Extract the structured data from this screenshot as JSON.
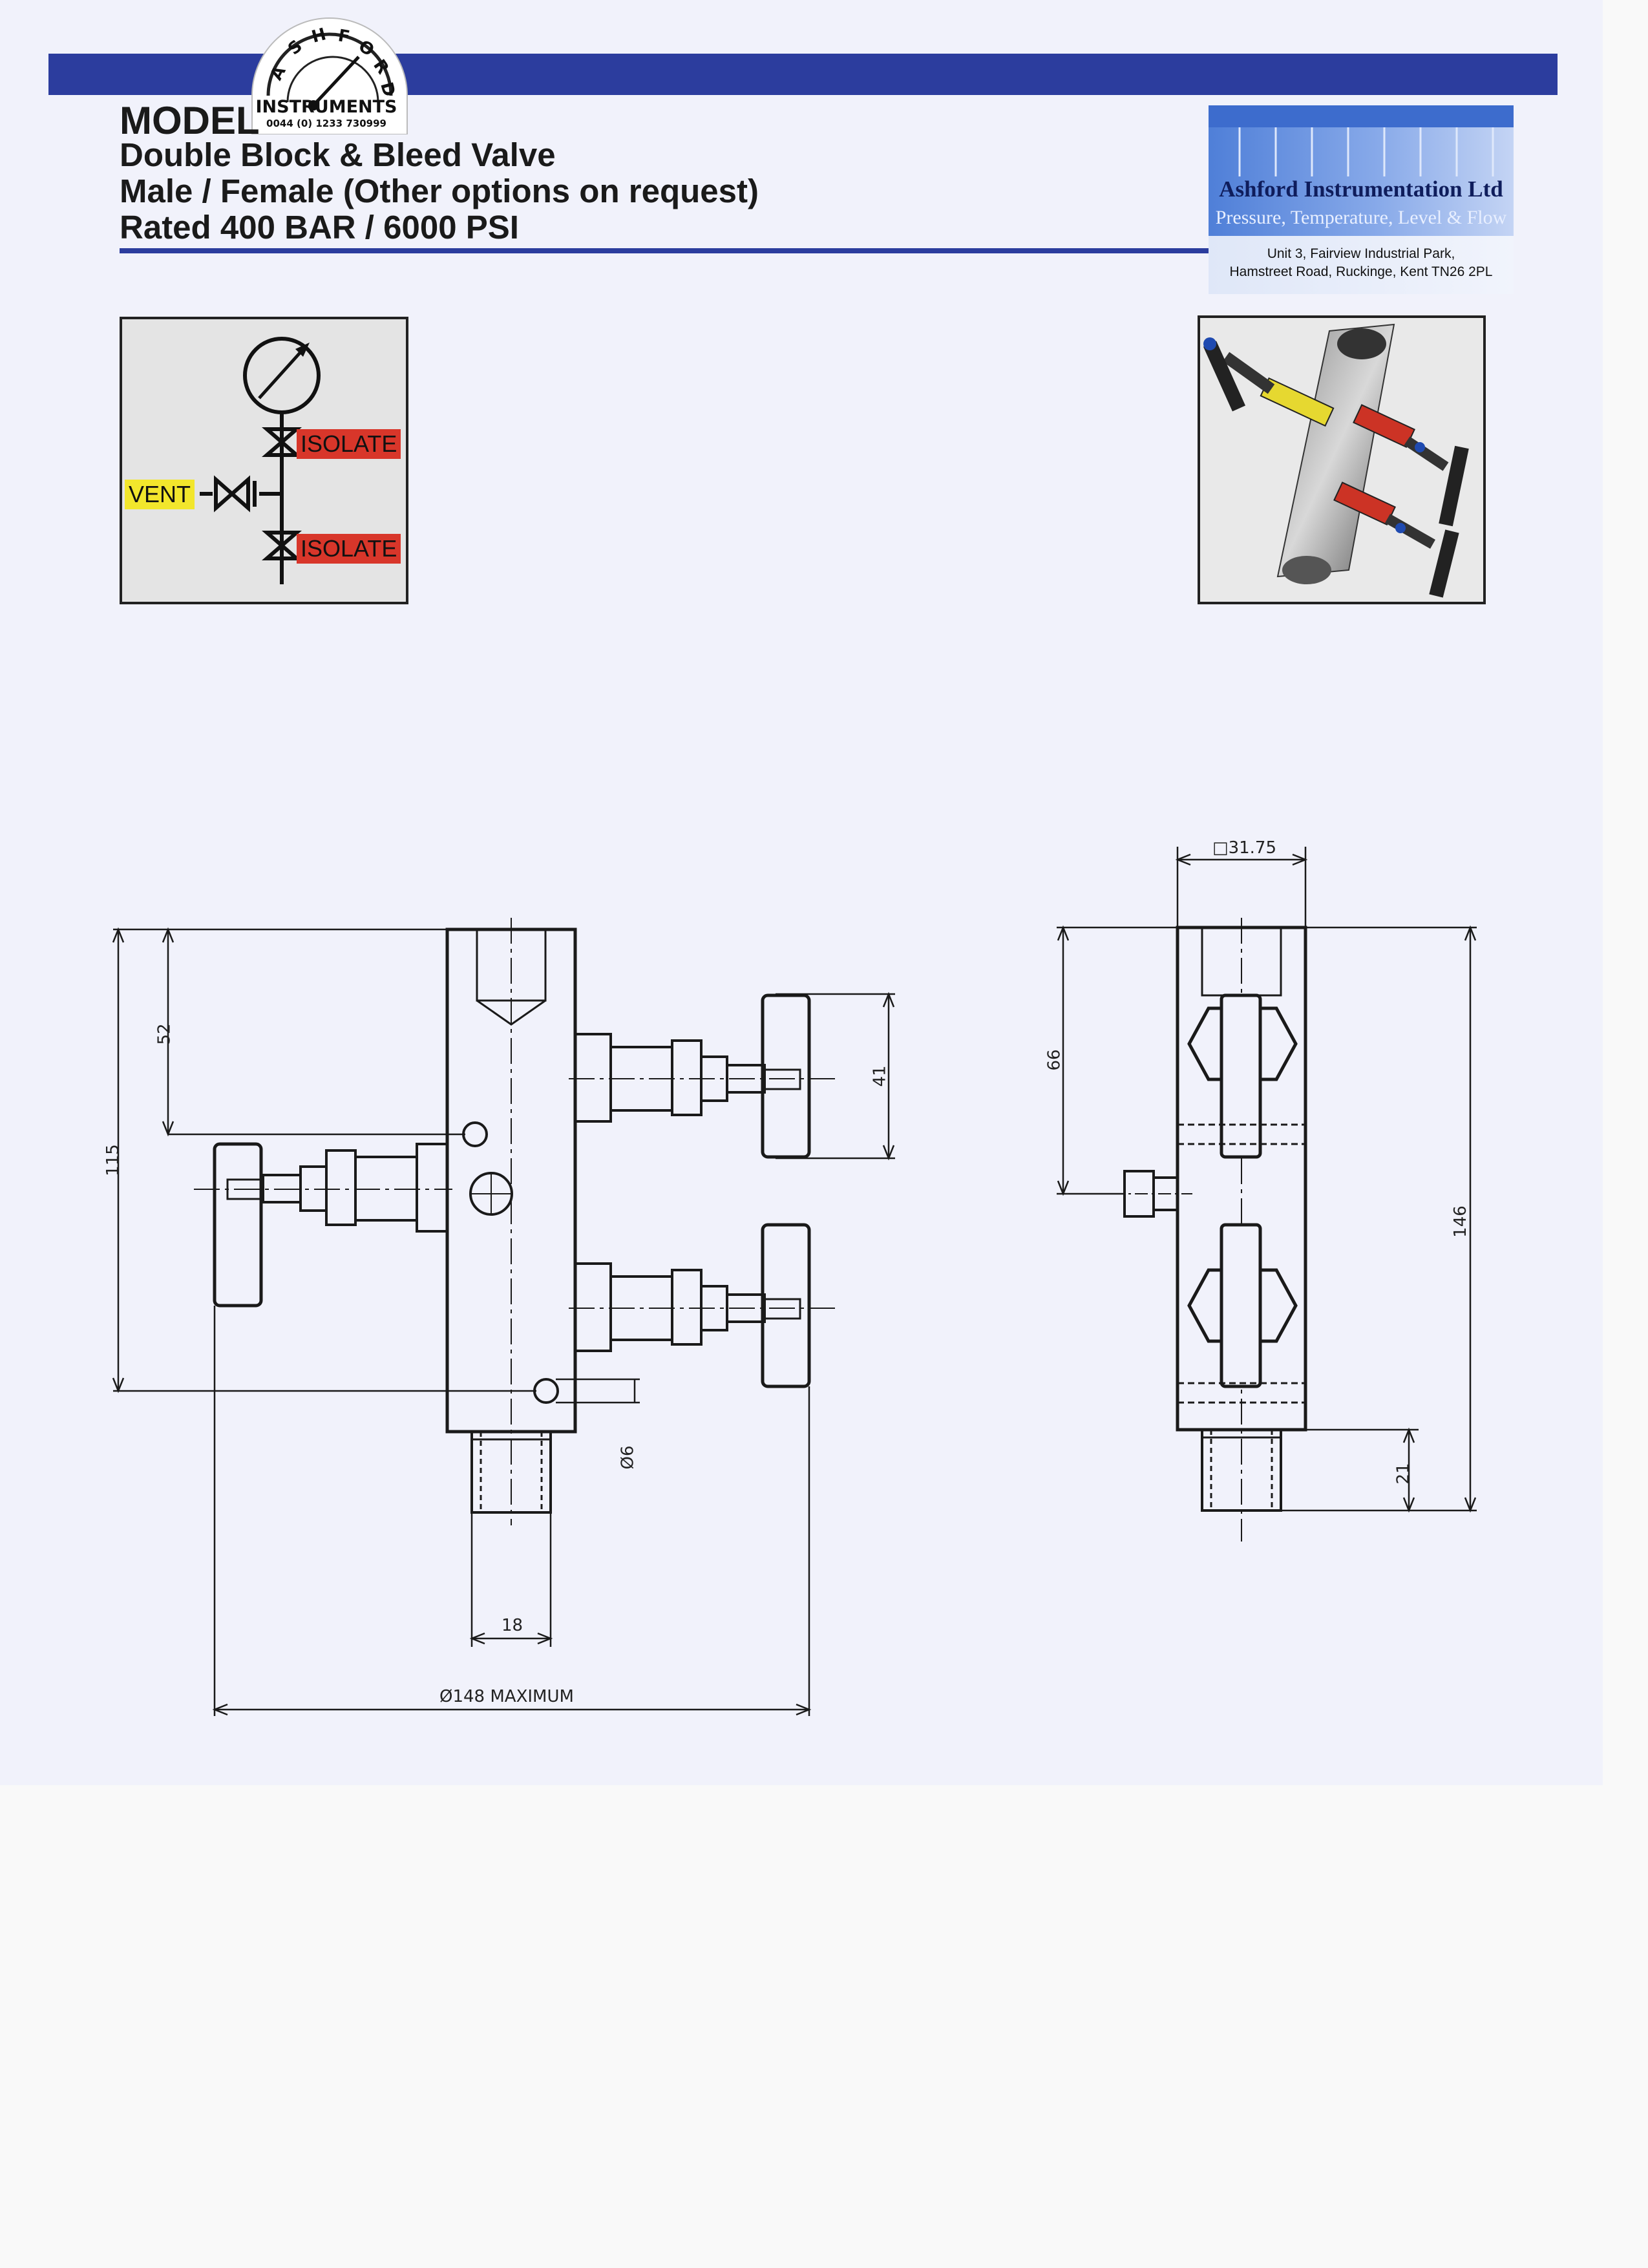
{
  "header": {
    "logo_word": "ASHFORD",
    "logo_instruments": "INSTRUMENTS",
    "logo_phone": "0044 (0) 1233 730999",
    "model_label": "MODEL",
    "title_lines": [
      "Double Block & Bleed Valve",
      "Male / Female (Other options on request)",
      "Rated 400 BAR / 6000 PSI"
    ]
  },
  "company": {
    "name": "Ashford Instrumentation Ltd",
    "tagline": "Pressure, Temperature, Level & Flow",
    "address_line1": "Unit 3, Fairview Industrial Park,",
    "address_line2": "Hamstreet Road, Ruckinge, Kent TN26 2PL"
  },
  "schematic": {
    "vent_label": "VENT",
    "isolate_top_label": "ISOLATE",
    "isolate_bottom_label": "ISOLATE",
    "colors": {
      "vent": "#f2e62c",
      "isolate": "#d8362a"
    }
  },
  "drawing": {
    "dim_115": "115",
    "dim_52": "52",
    "dim_41": "41",
    "dim_6": "Ø6",
    "dim_18": "18",
    "dim_148": "Ø148 MAXIMUM",
    "dim_3175": "□31.75",
    "dim_66": "66",
    "dim_146": "146",
    "dim_21": "21"
  },
  "colors": {
    "brand_blue": "#2c3d9e"
  }
}
